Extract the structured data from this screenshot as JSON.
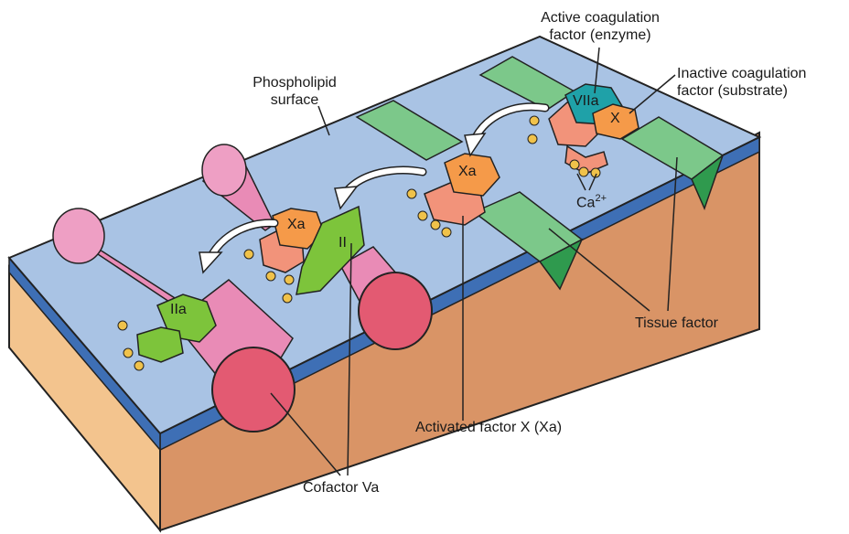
{
  "labels": {
    "active_enzyme": [
      "Active coagulation",
      "factor (enzyme)"
    ],
    "inactive_substrate": [
      "Inactive coagulation",
      "factor (substrate)"
    ],
    "phospholipid": [
      "Phospholipid",
      "surface"
    ],
    "calcium": "Ca",
    "calcium_sup": "2+",
    "tissue_factor": "Tissue factor",
    "activated_x": "Activated factor X (Xa)",
    "cofactor": "Cofactor Va"
  },
  "molecules": {
    "viia": "VIIa",
    "x": "X",
    "xa_middle": "Xa",
    "xa_left": "Xa",
    "ii": "II",
    "iia": "IIa"
  },
  "colors": {
    "surface_top": "#a9c3e4",
    "surface_band": "#3e6fb5",
    "base_front": "#f3c48e",
    "base_side": "#d99466",
    "tissue_factor": "#7cc88a",
    "tissue_factor_dark": "#2f9a4e",
    "cofactor": "#e98bb6",
    "cofactor_end": "#e35a72",
    "enzyme_teal": "#1fa1a8",
    "factor_orange": "#f59a49",
    "factor_salmon": "#f2937a",
    "prothrombin_green": "#7dc43b",
    "calcium": "#f0c24a"
  }
}
